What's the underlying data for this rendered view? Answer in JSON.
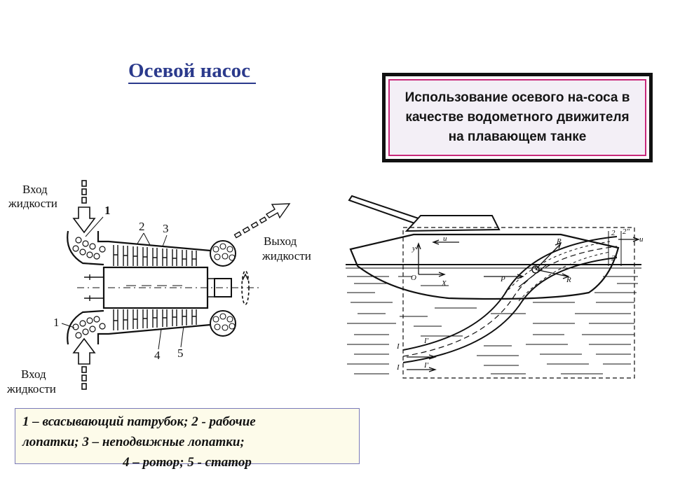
{
  "title": "Осевой насос",
  "info_text": "Использование осевого на-соса в качестве водометного движителя на плавающем танке",
  "pump": {
    "inlet_top": [
      "Вход",
      "жидкости"
    ],
    "inlet_bottom": [
      "Вход",
      "жидкости"
    ],
    "outlet": [
      "Выход",
      "жидкости"
    ],
    "numbers": [
      "1",
      "2",
      "3",
      "1",
      "4",
      "5"
    ]
  },
  "tank": {
    "labels": [
      "y",
      "O",
      "X",
      "u",
      "P",
      "R",
      "R",
      "u",
      "I",
      "I",
      "I'",
      "I'",
      "2",
      "2'",
      "2\""
    ]
  },
  "legend": {
    "line1": "1 – всасывающий патрубок; 2 - рабочие",
    "line2": "лопатки; 3 – неподвижные лопатки;",
    "line3": "4 – ротор; 5 - статор"
  },
  "colors": {
    "title": "#2b3a8c",
    "box_border": "#c8287a",
    "box_bg": "#f3eff6",
    "legend_bg": "#fdfbea"
  }
}
